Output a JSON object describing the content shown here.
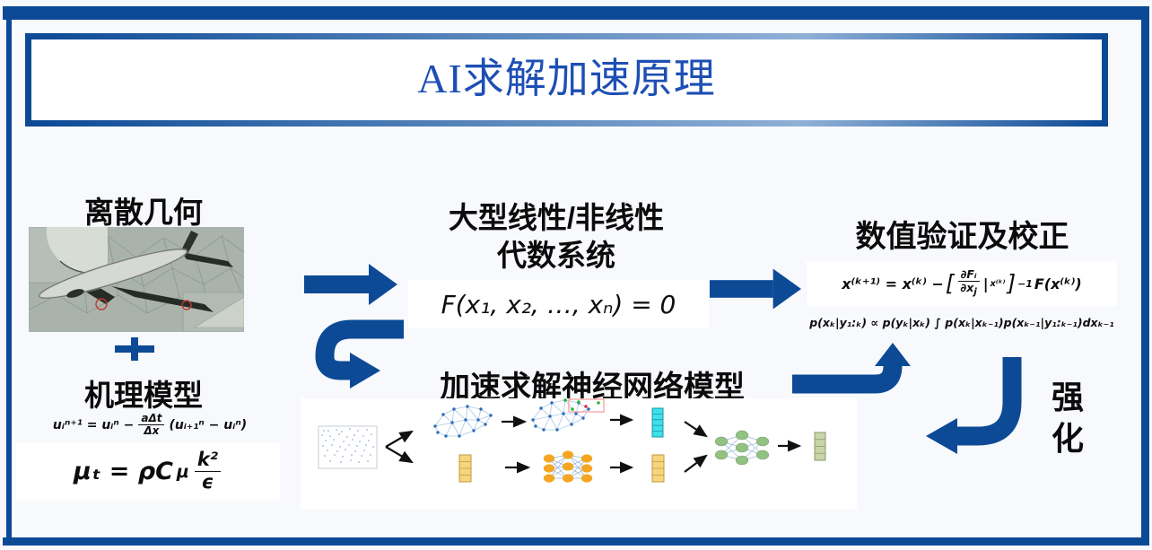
{
  "slide": {
    "title": "AI求解加速原理"
  },
  "pipeline": {
    "geometry": {
      "heading": "离散几何"
    },
    "model": {
      "heading": "机理模型",
      "formula_upwind": {
        "lhs": "uᵢⁿ⁺¹ = uᵢⁿ −",
        "frac_num": "aΔt",
        "frac_den": "Δx",
        "rhs": "(uᵢ₊₁ⁿ − uᵢⁿ)"
      },
      "formula_turbulence": {
        "lhs": "μₜ = ρC",
        "sub": "μ",
        "frac_num": "k²",
        "frac_den": "ϵ"
      }
    },
    "system": {
      "heading_line1": "大型线性/非线性",
      "heading_line2": "代数系统",
      "formula": "F(x₁, x₂, …, xₙ) = 0"
    },
    "verification": {
      "heading": "数值验证及校正",
      "formula_newton": {
        "seg1": "x⁽ᵏ⁺¹⁾ = x⁽ᵏ⁾ −",
        "lbracket": "[",
        "frac_num": "∂Fᵢ",
        "frac_den_base": "∂x",
        "frac_den_sub": "j",
        "bar": "|",
        "bar_sub": "x⁽ᵏ⁾",
        "rbracket": "]",
        "sup": "−1",
        "seg2": "F(x⁽ᵏ⁾)"
      },
      "formula_bayes": "p(xₖ|y₁:ₖ) ∝ p(yₖ|xₖ) ∫ p(xₖ|xₖ₋₁)p(xₖ₋₁|y₁:ₖ₋₁)dxₖ₋₁"
    },
    "network": {
      "heading": "加速求解神经网络模型"
    },
    "reinforce": {
      "label_line1": "强",
      "label_line2": "化"
    }
  },
  "colors": {
    "accent_blue": "#0c4a96",
    "title_blue": "#1d4fb4",
    "graph_node_blue": "#2e6db8",
    "cyan_vector": "#3ee0ea",
    "yellow_vector": "#f6d57d",
    "orange_node": "#f4a623",
    "green_node": "#92c184",
    "green_vector": "#c9d4a9",
    "highlight_green": "#2fb832",
    "highlight_red": "#e23030",
    "mesh_background": "#a9b3ab"
  }
}
